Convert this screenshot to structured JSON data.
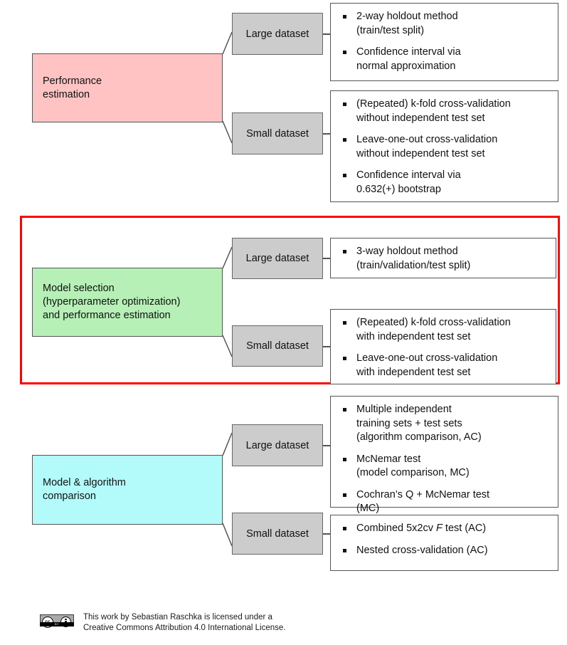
{
  "diagram": {
    "title": "Model evaluation, model selection, and algorithm selection decision tree",
    "groups": [
      {
        "id": "performance-estimation",
        "category_label": "Performance\nestimation",
        "category_color": "#ffc3c3",
        "highlighted": false,
        "branches": [
          {
            "dataset_label": "Large dataset",
            "methods": [
              "2-way holdout method\n(train/test split)",
              "Confidence interval via\nnormal approximation"
            ]
          },
          {
            "dataset_label": "Small dataset",
            "methods": [
              "(Repeated) k-fold cross-validation\nwithout independent test set",
              "Leave-one-out cross-validation\nwithout independent test set",
              "Confidence interval via\n0.632(+) bootstrap"
            ]
          }
        ]
      },
      {
        "id": "model-selection",
        "category_label": "Model selection\n(hyperparameter optimization)\nand performance estimation",
        "category_color": "#b6f0b6",
        "highlighted": true,
        "highlight_color": "#ff0000",
        "branches": [
          {
            "dataset_label": "Large dataset",
            "methods": [
              "3-way holdout method\n(train/validation/test split)"
            ]
          },
          {
            "dataset_label": "Small dataset",
            "methods": [
              "(Repeated) k-fold cross-validation\nwith independent test set",
              "Leave-one-out cross-validation\nwith independent test set"
            ]
          }
        ]
      },
      {
        "id": "algorithm-comparison",
        "category_label": "Model & algorithm\ncomparison",
        "category_color": "#b3fbfb",
        "highlighted": false,
        "branches": [
          {
            "dataset_label": "Large dataset",
            "methods": [
              "Multiple independent\ntraining sets + test sets\n(algorithm comparison, AC)",
              "McNemar test\n(model comparison, MC)",
              "Cochran’s Q + McNemar test\n(MC)"
            ]
          },
          {
            "dataset_label": "Small dataset",
            "methods": [
              "Combined 5x2cv |F| test (AC)",
              "Nested cross-validation (AC)"
            ]
          }
        ]
      }
    ]
  },
  "footer": {
    "license_icon": "creative-commons-by-icon",
    "cc_mark": "cc",
    "by_mark": "BY",
    "text": "This work by Sebastian Raschka is licensed under a\nCreative Commons Attribution 4.0 International License."
  },
  "colors": {
    "pink": "#ffc3c3",
    "green": "#b6f0b6",
    "cyan": "#b3fbfb",
    "grey": "#cccccc",
    "border": "#555555",
    "highlight": "#ff0000",
    "text": "#111111"
  }
}
